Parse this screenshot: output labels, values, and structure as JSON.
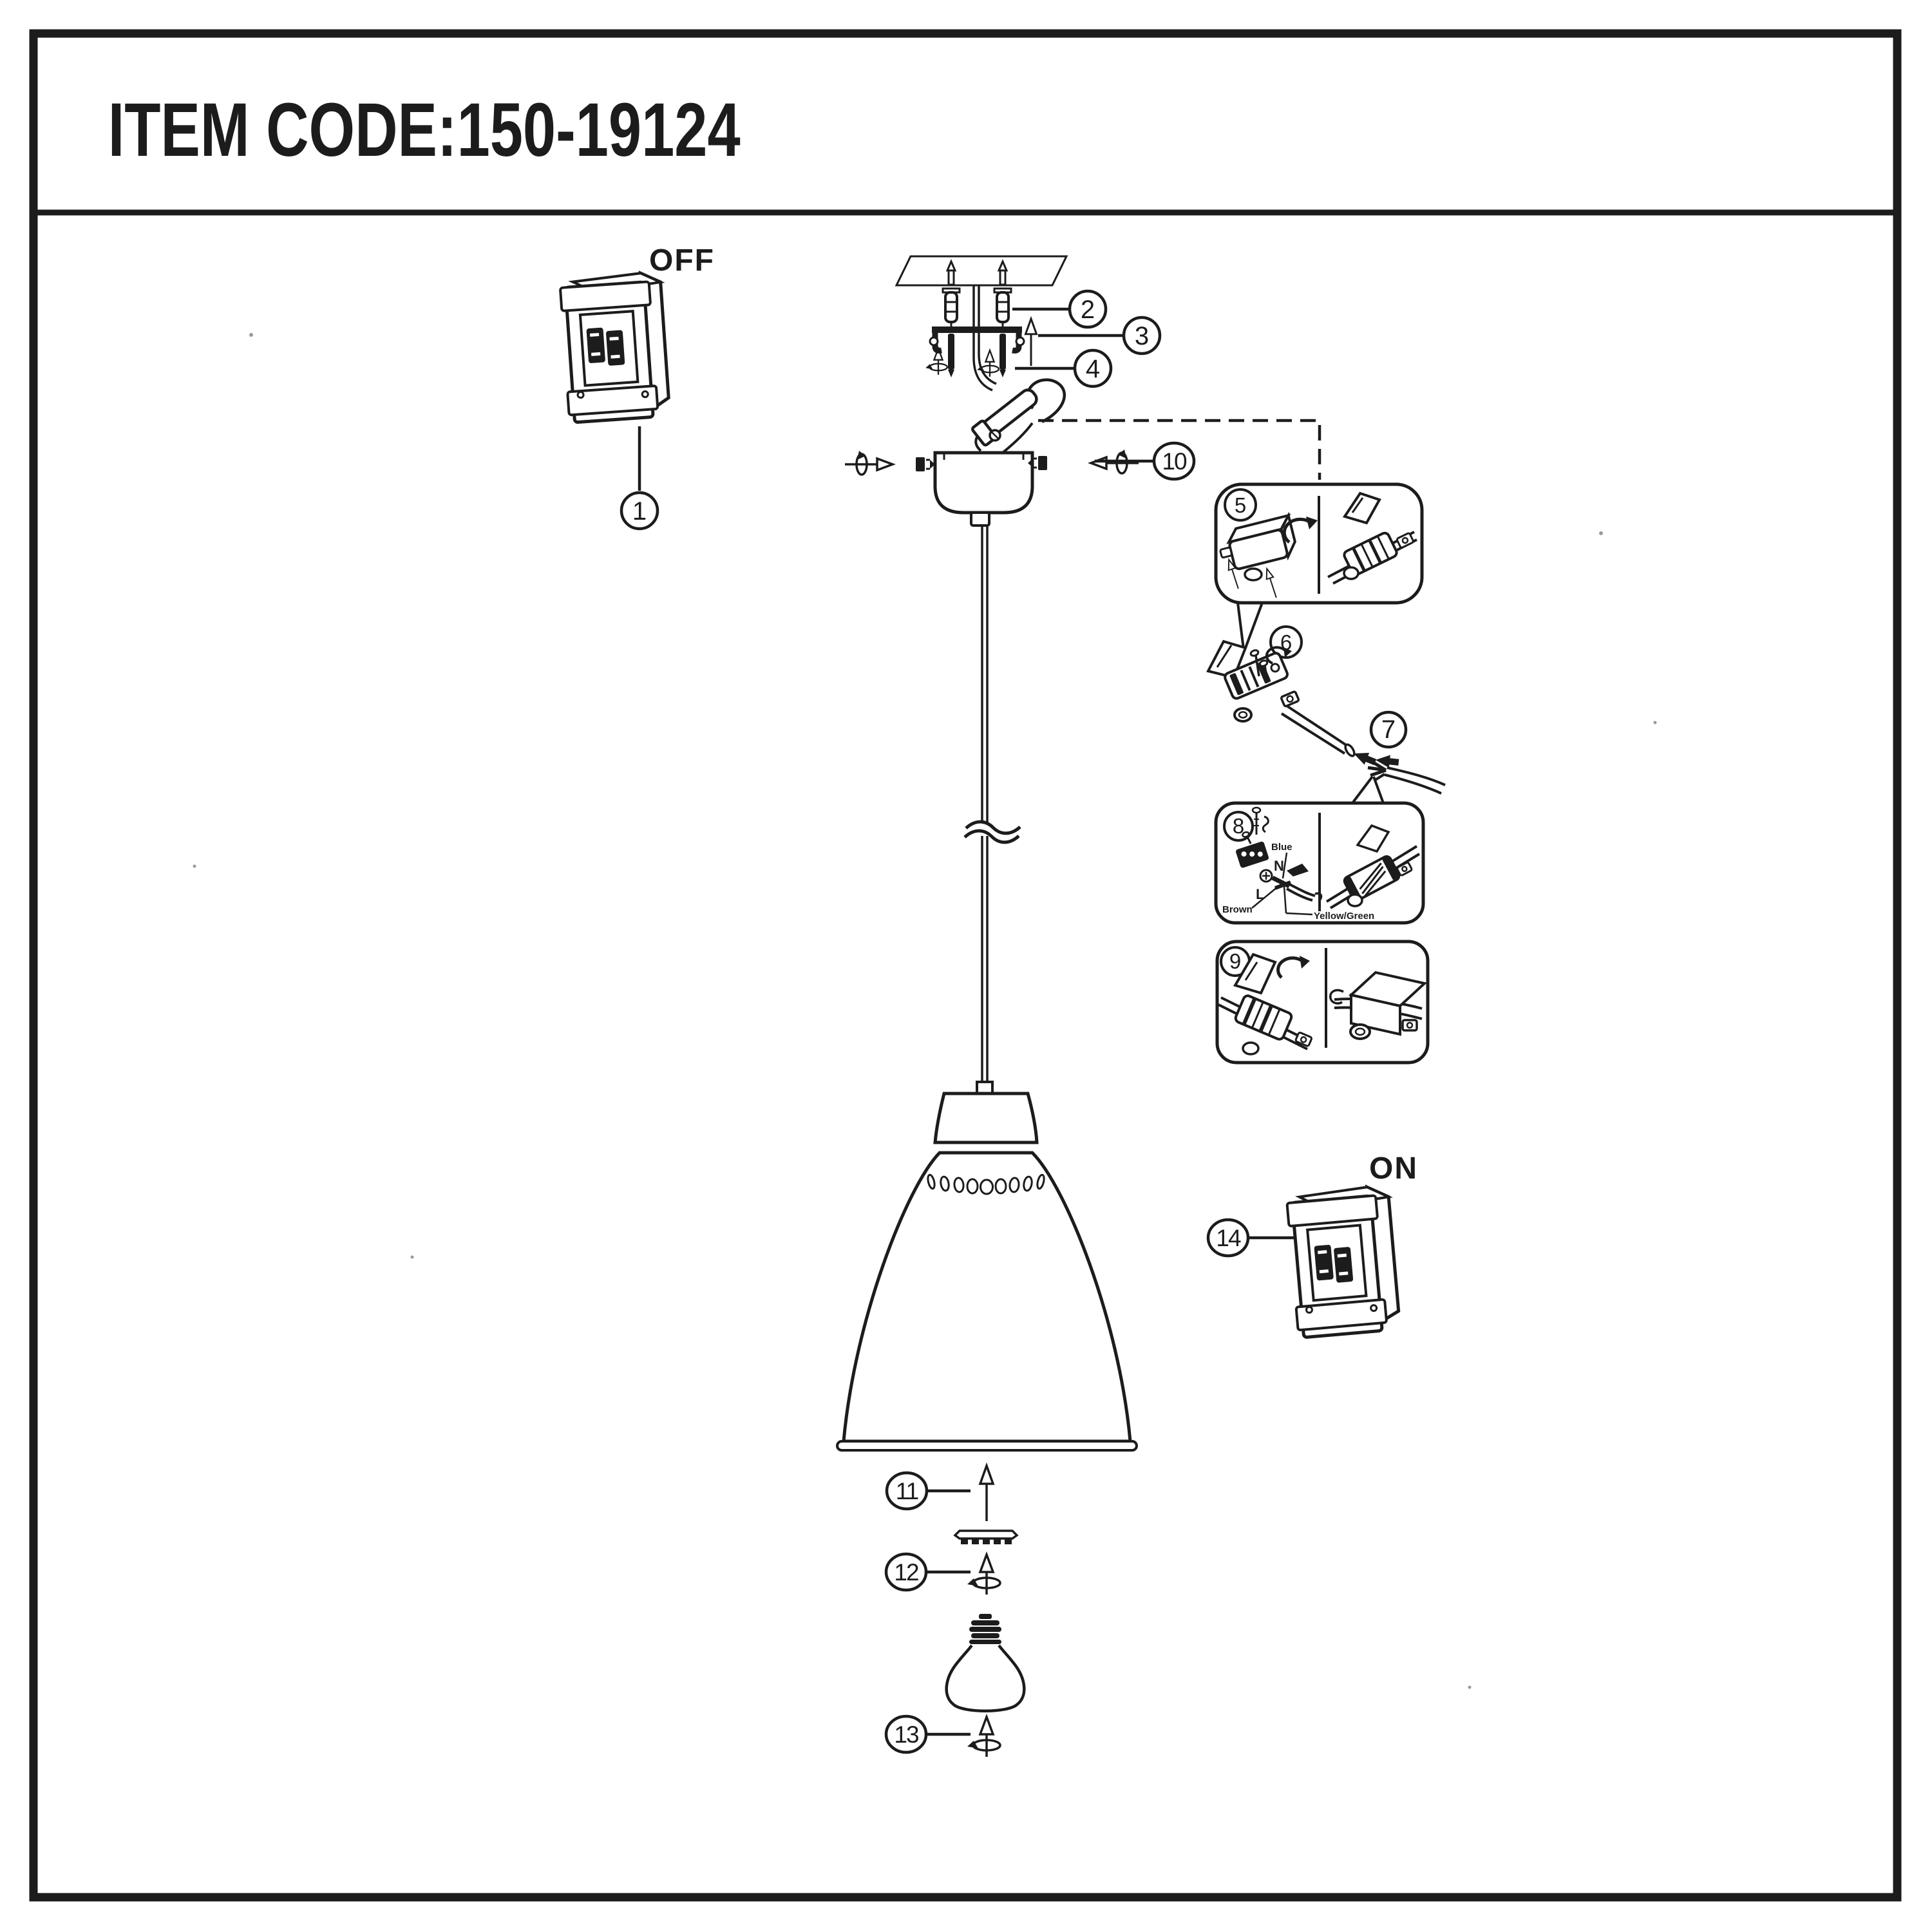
{
  "title": "ITEM CODE:150-19124",
  "power_switch": {
    "off_label": "OFF",
    "on_label": "ON"
  },
  "callouts": [
    "1",
    "2",
    "3",
    "4",
    "5",
    "6",
    "7",
    "8",
    "9",
    "10",
    "11",
    "12",
    "13",
    "14"
  ],
  "wiring": {
    "blue": "Blue",
    "neutral": "N",
    "live": "L",
    "brown": "Brown",
    "earth": "Yellow/Green"
  },
  "colors": {
    "ink": "#1c1c1c",
    "paper": "#ffffff"
  }
}
